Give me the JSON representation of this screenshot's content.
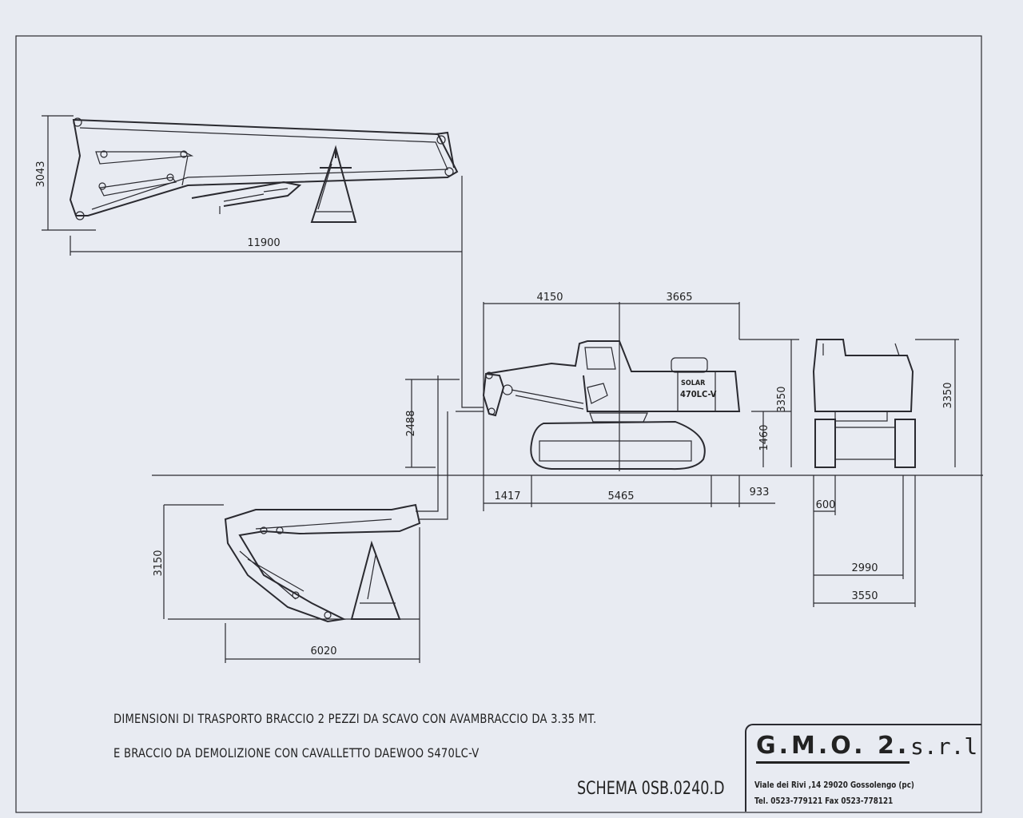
{
  "drawing": {
    "caption_line1": "DIMENSIONI DI TRASPORTO BRACCIO 2 PEZZI DA SCAVO CON AVAMBRACCIO DA 3.35 MT.",
    "caption_line2": "E BRACCIO DA DEMOLIZIONE CON CAVALLETTO  DAEWOO S470LC-V",
    "schema": "SCHEMA 0SB.0240.D",
    "machine_badge_1": "SOLAR",
    "machine_badge_2": "470LC-V"
  },
  "dimensions": {
    "top_boom_height": "3043",
    "top_boom_length": "11900",
    "side_front_overhang": "4150",
    "side_rear": "3665",
    "side_height": "3350",
    "side_body_clearance": "1460",
    "boom_connection_height": "2488",
    "side_front_to_track": "1417",
    "track_length": "5465",
    "tail_overhang": "933",
    "track_shoe_width": "600",
    "track_gauge": "2990",
    "overall_width": "3550",
    "front_height": "3350",
    "demolition_boom_height": "3150",
    "demolition_boom_length": "6020"
  },
  "title_block": {
    "company": "G.M.O. 2.",
    "company_suffix": "s.r.l",
    "address": "Viale dei Rivi ,14  29020 Gossolengo (pc)",
    "phone": "Tel. 0523-779121  Fax 0523-778121"
  }
}
